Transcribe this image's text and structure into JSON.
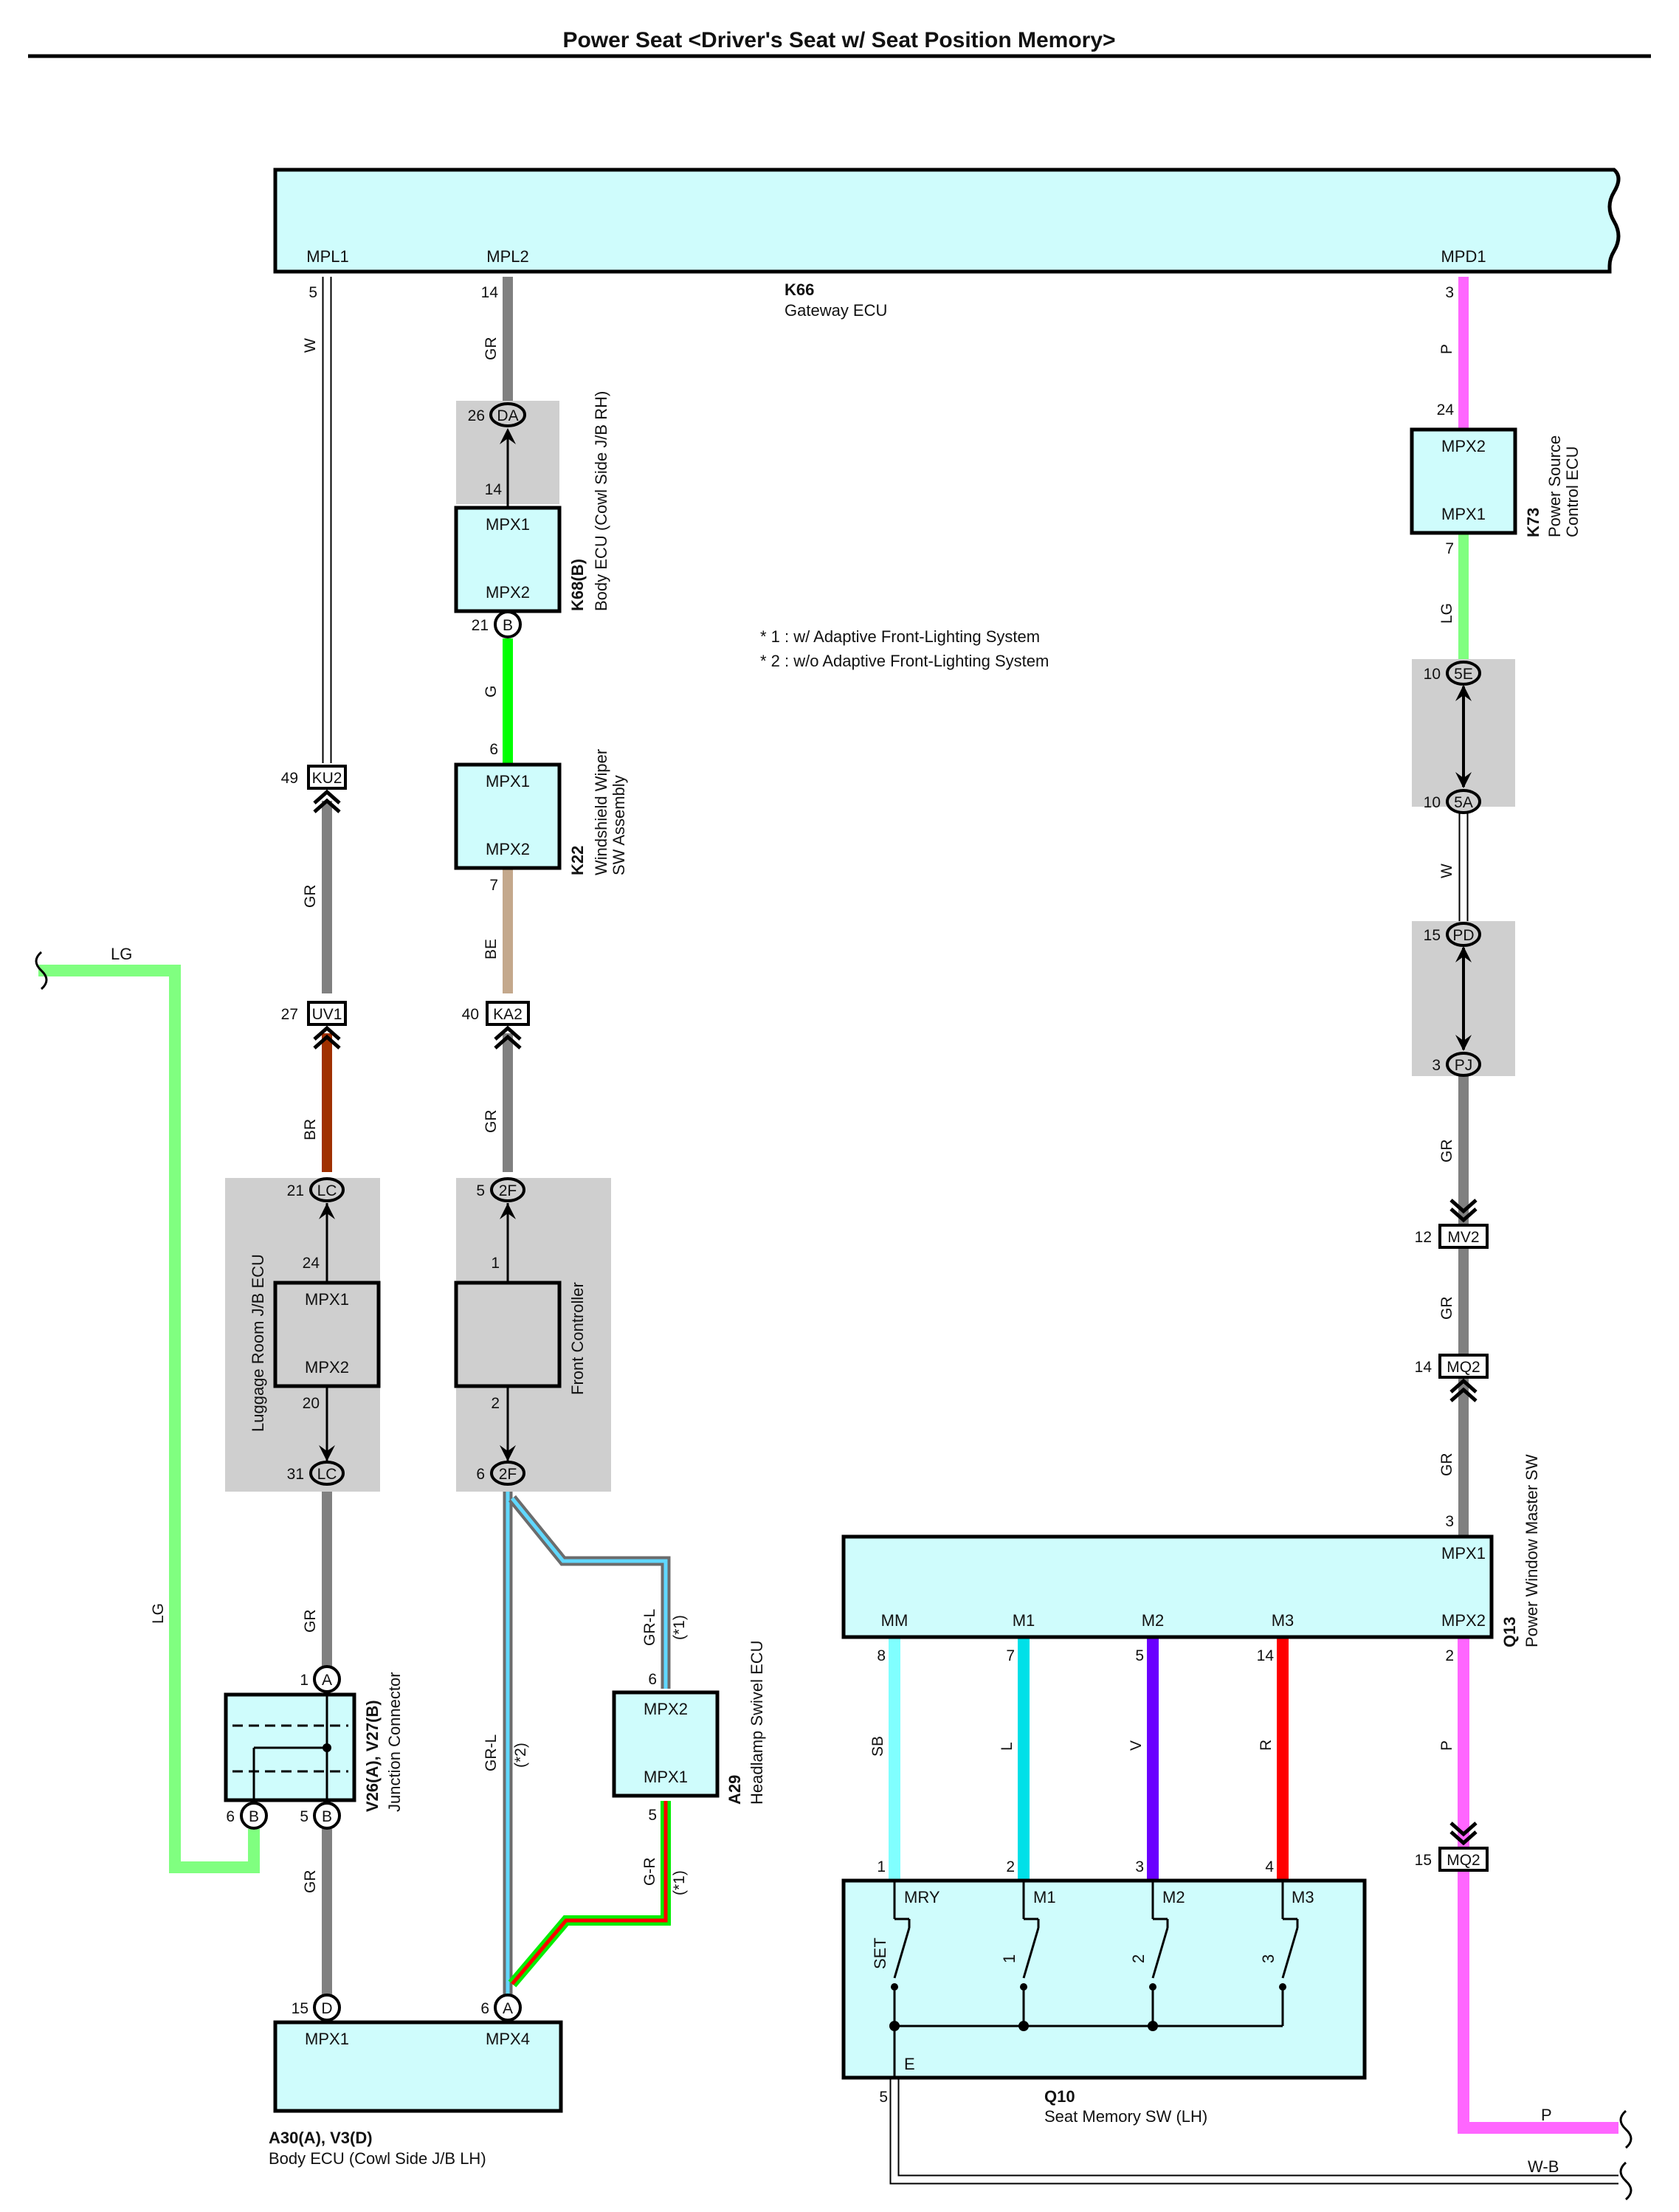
{
  "title": "Power Seat <Driver's Seat w/ Seat Position Memory>",
  "notes": [
    "* 1 : w/ Adaptive Front-Lighting System",
    "* 2 : w/o Adaptive Front-Lighting System"
  ],
  "colors": {
    "ecu_fill": "#cffcfc",
    "jb_fill": "#cfcfcf",
    "W": "#ffffff",
    "GR": "#808080",
    "P": "#ff66ff",
    "LG": "#80ff80",
    "G": "#00ff00",
    "BE": "#c4a88c",
    "BR": "#a03000",
    "SB": "#80ffff",
    "L": "#00e0e8",
    "V": "#6a00ff",
    "R": "#ff0000",
    "GR-L_outer": "#7a7a7a",
    "GR-L_inner": "#60d8ff",
    "G-R_outer": "#00ee00",
    "G-R_inner": "#ff0000"
  },
  "components": {
    "k66": {
      "code": "K66",
      "name": "Gateway ECU",
      "terminals": [
        "MPL1",
        "MPL2",
        "MPD1"
      ]
    },
    "k68": {
      "code": "K68(B)",
      "name": "Body ECU (Cowl Side J/B RH)",
      "terminals": [
        "MPX1",
        "MPX2"
      ]
    },
    "k22": {
      "code": "K22",
      "name1": "Windshield Wiper",
      "name2": "SW Assembly",
      "terminals": [
        "MPX1",
        "MPX2"
      ]
    },
    "k73": {
      "code": "K73",
      "name1": "Power Source",
      "name2": "Control ECU",
      "terminals": [
        "MPX2",
        "MPX1"
      ]
    },
    "lr_jb": {
      "name": "Luggage Room J/B ECU",
      "terminals": [
        "MPX1",
        "MPX2"
      ]
    },
    "front_ctrl": {
      "name": "Front Controller"
    },
    "v26": {
      "code": "V26(A), V27(B)",
      "name": "Junction Connector"
    },
    "a29": {
      "code": "A29",
      "name": "Headlamp Swivel ECU",
      "terminals": [
        "MPX2",
        "MPX1"
      ]
    },
    "a30": {
      "code": "A30(A), V3(D)",
      "name": "Body ECU (Cowl Side J/B LH)",
      "terminals": [
        "MPX1",
        "MPX4"
      ]
    },
    "q13": {
      "code": "Q13",
      "name": "Power Window Master SW",
      "terminals": [
        "MPX1",
        "MM",
        "M1",
        "M2",
        "M3",
        "MPX2"
      ]
    },
    "q10": {
      "code": "Q10",
      "name": "Seat Memory SW (LH)",
      "terminals": [
        "MRY",
        "M1",
        "M2",
        "M3",
        "E"
      ],
      "switches": [
        "SET",
        "1",
        "2",
        "3"
      ]
    }
  },
  "connectors": {
    "ku2": "KU2",
    "uv1": "UV1",
    "ka2": "KA2",
    "da": "DA",
    "b": "B",
    "lc": "LC",
    "f2": "2F",
    "a": "A",
    "d": "D",
    "e5": "5E",
    "a5": "5A",
    "pd": "PD",
    "pj": "PJ",
    "mv2": "MV2",
    "mq2": "MQ2"
  },
  "pins": [
    "5",
    "14",
    "3",
    "26",
    "21",
    "6",
    "7",
    "49",
    "27",
    "40",
    "24",
    "20",
    "31",
    "1",
    "2",
    "15",
    "10",
    "12",
    "8",
    "4"
  ],
  "wires": {
    "w": "W",
    "gr": "GR",
    "p": "P",
    "lg": "LG",
    "g": "G",
    "be": "BE",
    "br": "BR",
    "sb": "SB",
    "l": "L",
    "v": "V",
    "r": "R",
    "grl": "GR-L",
    "gr_ltr": "G-R",
    "wb": "W-B"
  },
  "tags": {
    "n1": "(*1)",
    "n2": "(*2)"
  }
}
